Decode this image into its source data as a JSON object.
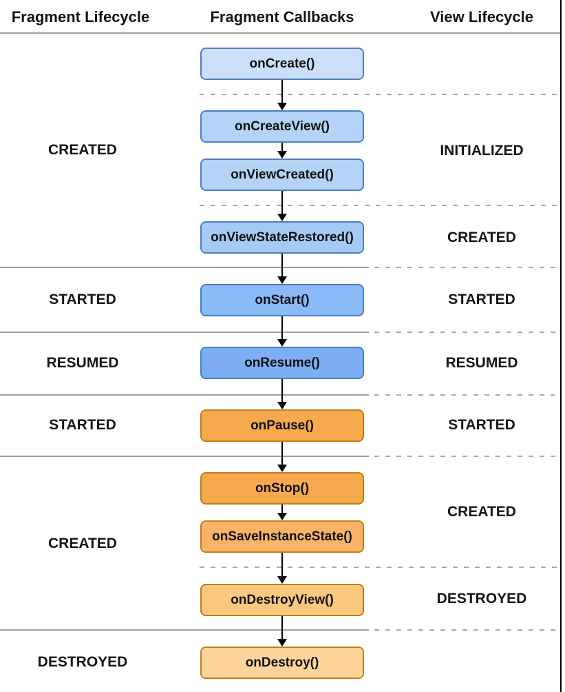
{
  "header": {
    "columns": [
      {
        "label": "Fragment Lifecycle"
      },
      {
        "label": "Fragment Callbacks"
      },
      {
        "label": "View Lifecycle"
      }
    ]
  },
  "callbacks": [
    {
      "label": "onCreate()"
    },
    {
      "label": "onCreateView()"
    },
    {
      "label": "onViewCreated()"
    },
    {
      "label": "onViewStateRestored()"
    },
    {
      "label": "onStart()"
    },
    {
      "label": "onResume()"
    },
    {
      "label": "onPause()"
    },
    {
      "label": "onStop()"
    },
    {
      "label": "onSaveInstanceState()"
    },
    {
      "label": "onDestroyView()"
    },
    {
      "label": "onDestroy()"
    }
  ],
  "fragment_states": [
    "CREATED",
    "STARTED",
    "RESUMED",
    "STARTED",
    "CREATED",
    "DESTROYED"
  ],
  "view_states": [
    "INITIALIZED",
    "CREATED",
    "STARTED",
    "RESUMED",
    "STARTED",
    "CREATED",
    "DESTROYED"
  ],
  "colors": {
    "box_fills": [
      "#cbdffa",
      "#b4d3f7",
      "#b4d3f7",
      "#a6caf6",
      "#8abaf8",
      "#7daef3",
      "#f7a94e",
      "#f7a94e",
      "#f8b466",
      "#fbc87f",
      "#fdd49a"
    ],
    "blue_border": "#4c7fc1",
    "orange_border": "#c07f17",
    "solid_divider": "#9e9e9e",
    "dashed_divider": "#a8a8a8",
    "arrow": "#000000",
    "frame_line": "#000000"
  }
}
